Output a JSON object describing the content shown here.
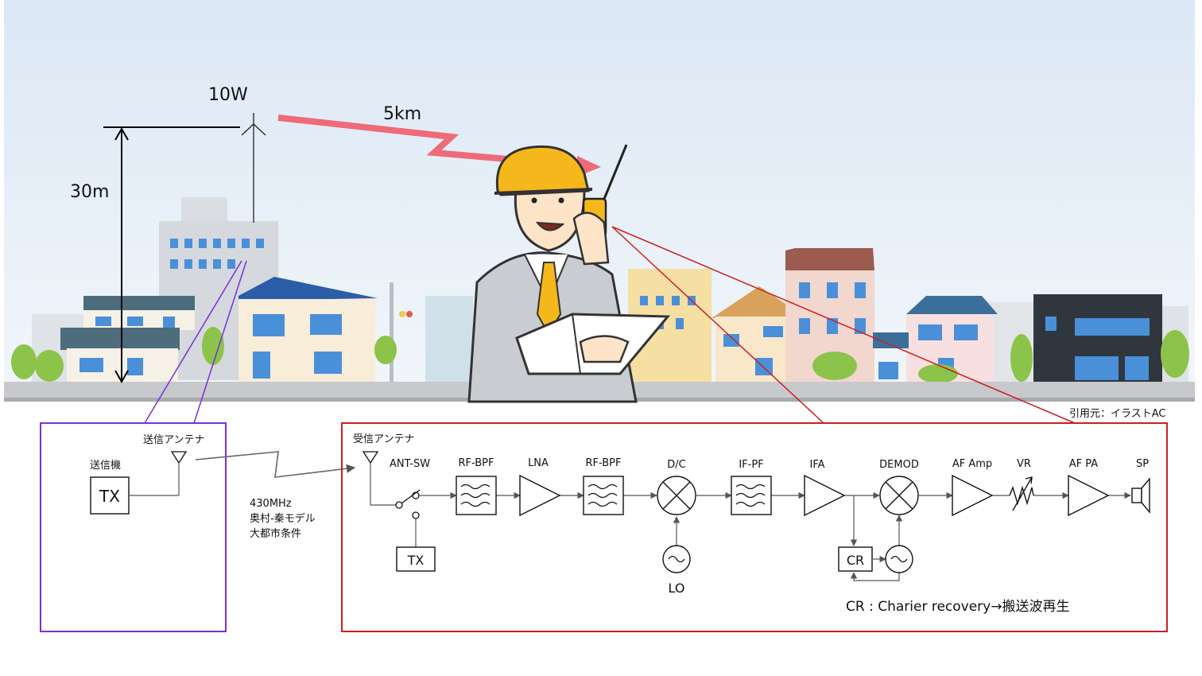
{
  "sky": {
    "power_label": "10W",
    "distance_label": "5km",
    "height_label": "30m"
  },
  "credit": "引用元：イラストAC",
  "transmitter": {
    "antenna_label": "送信アンテナ",
    "device_label": "送信機",
    "tx_box": "TX"
  },
  "propagation": {
    "line1": "430MHz",
    "line2": "奥村-秦モデル",
    "line3": "大都市条件"
  },
  "receiver": {
    "antenna_label": "受信アンテナ",
    "ant_sw": "ANT-SW",
    "tx_box": "TX",
    "stages": [
      "RF-BPF",
      "LNA",
      "RF-BPF",
      "D/C",
      "IF-PF",
      "IFA",
      "DEMOD",
      "AF Amp",
      "VR",
      "AF PA",
      "SP"
    ],
    "lo_label": "LO",
    "cr_box": "CR",
    "note": "CR : Charier recovery→搬送波再生"
  },
  "colors": {
    "sky_top": "#dbe8f5",
    "sky_bottom": "#eef3f8",
    "tx_frame": "#7a2fd6",
    "rx_frame": "#cc1f1f",
    "signal_arrow": "#ee6b7a",
    "helmet": "#f5b81c"
  }
}
